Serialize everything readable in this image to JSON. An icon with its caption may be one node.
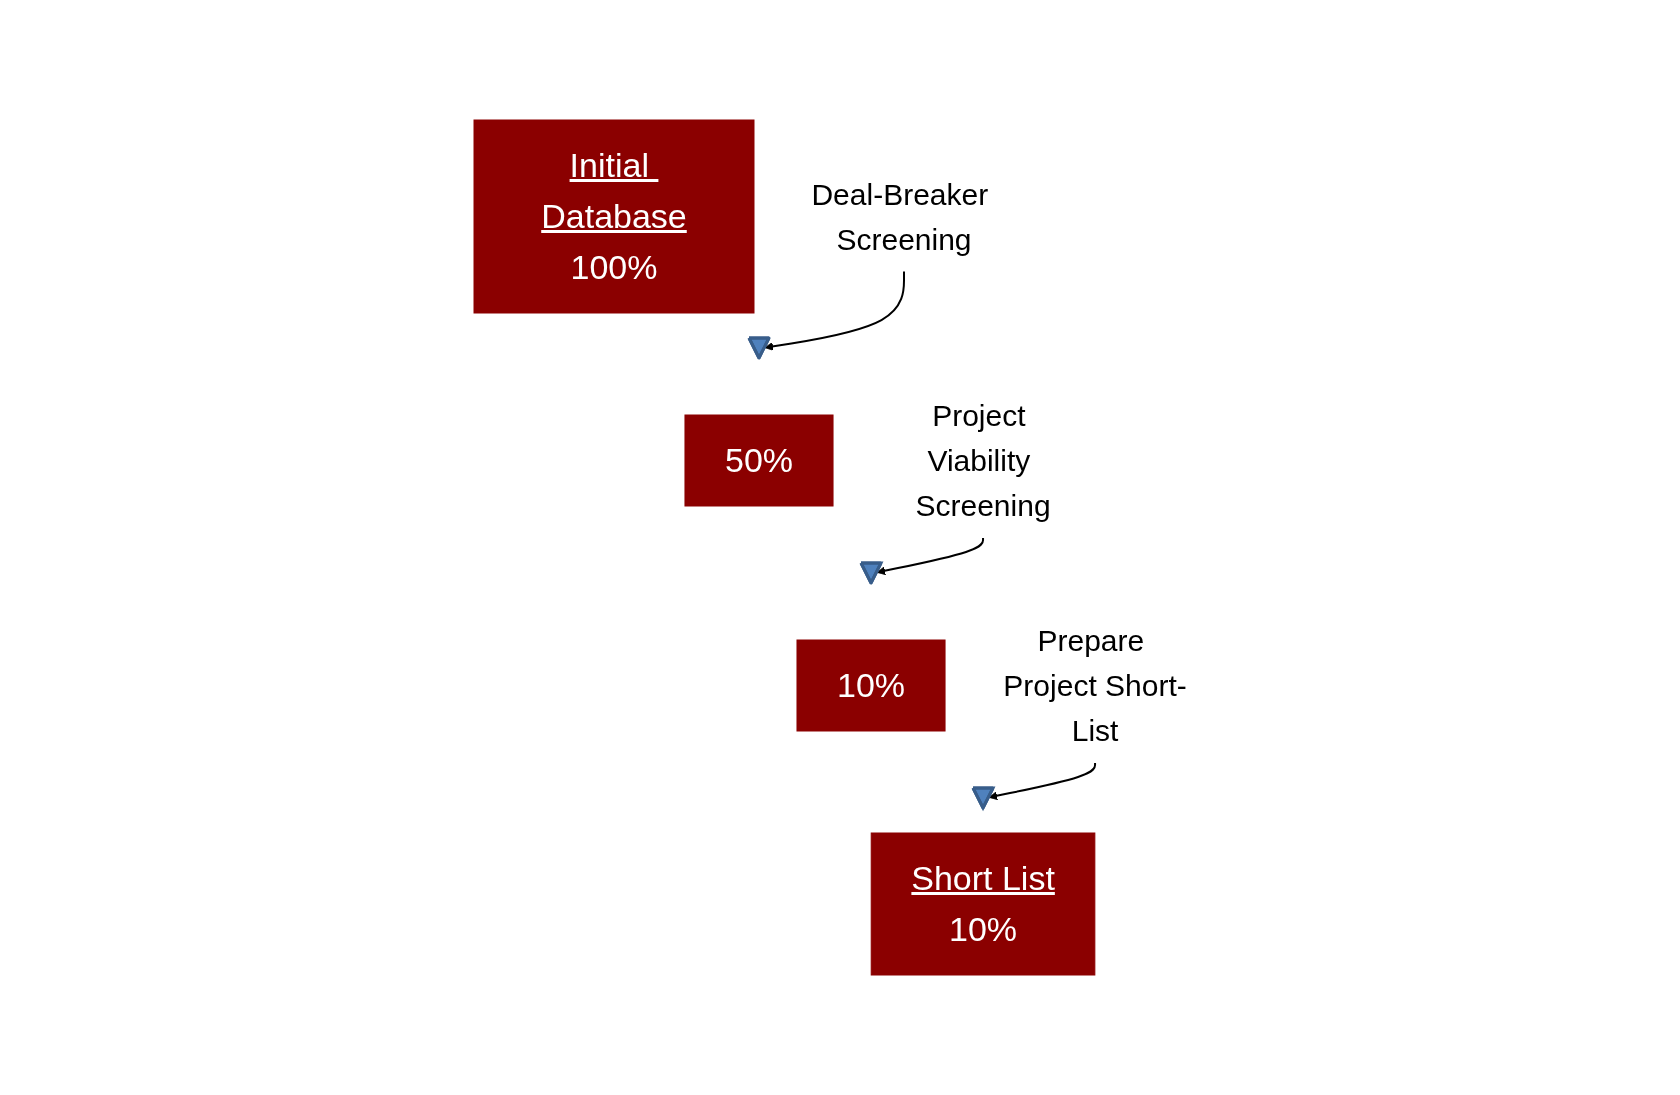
{
  "diagram": {
    "nodes": [
      {
        "text": [
          "Initial Database",
          "100%"
        ]
      },
      {
        "text": [
          "Deal-Breaker Screening"
        ]
      },
      {
        "text": [],
        "shape": "triangle"
      },
      {
        "text": [
          "50%"
        ]
      },
      {
        "text": [
          "Project Viability Screening"
        ]
      },
      {
        "text": [],
        "shape": "triangle"
      },
      {
        "text": [
          "10%"
        ]
      },
      {
        "text": [
          "Prepare Project Short-List"
        ]
      },
      {
        "text": [],
        "shape": "triangle"
      },
      {
        "text": [
          "Short List",
          "10%"
        ]
      }
    ],
    "edges": [
      {
        "from": 1,
        "to": 2,
        "arrow": "to"
      },
      {
        "from": 4,
        "to": 5,
        "arrow": "to"
      },
      {
        "from": 7,
        "to": 8,
        "arrow": "to"
      }
    ]
  }
}
